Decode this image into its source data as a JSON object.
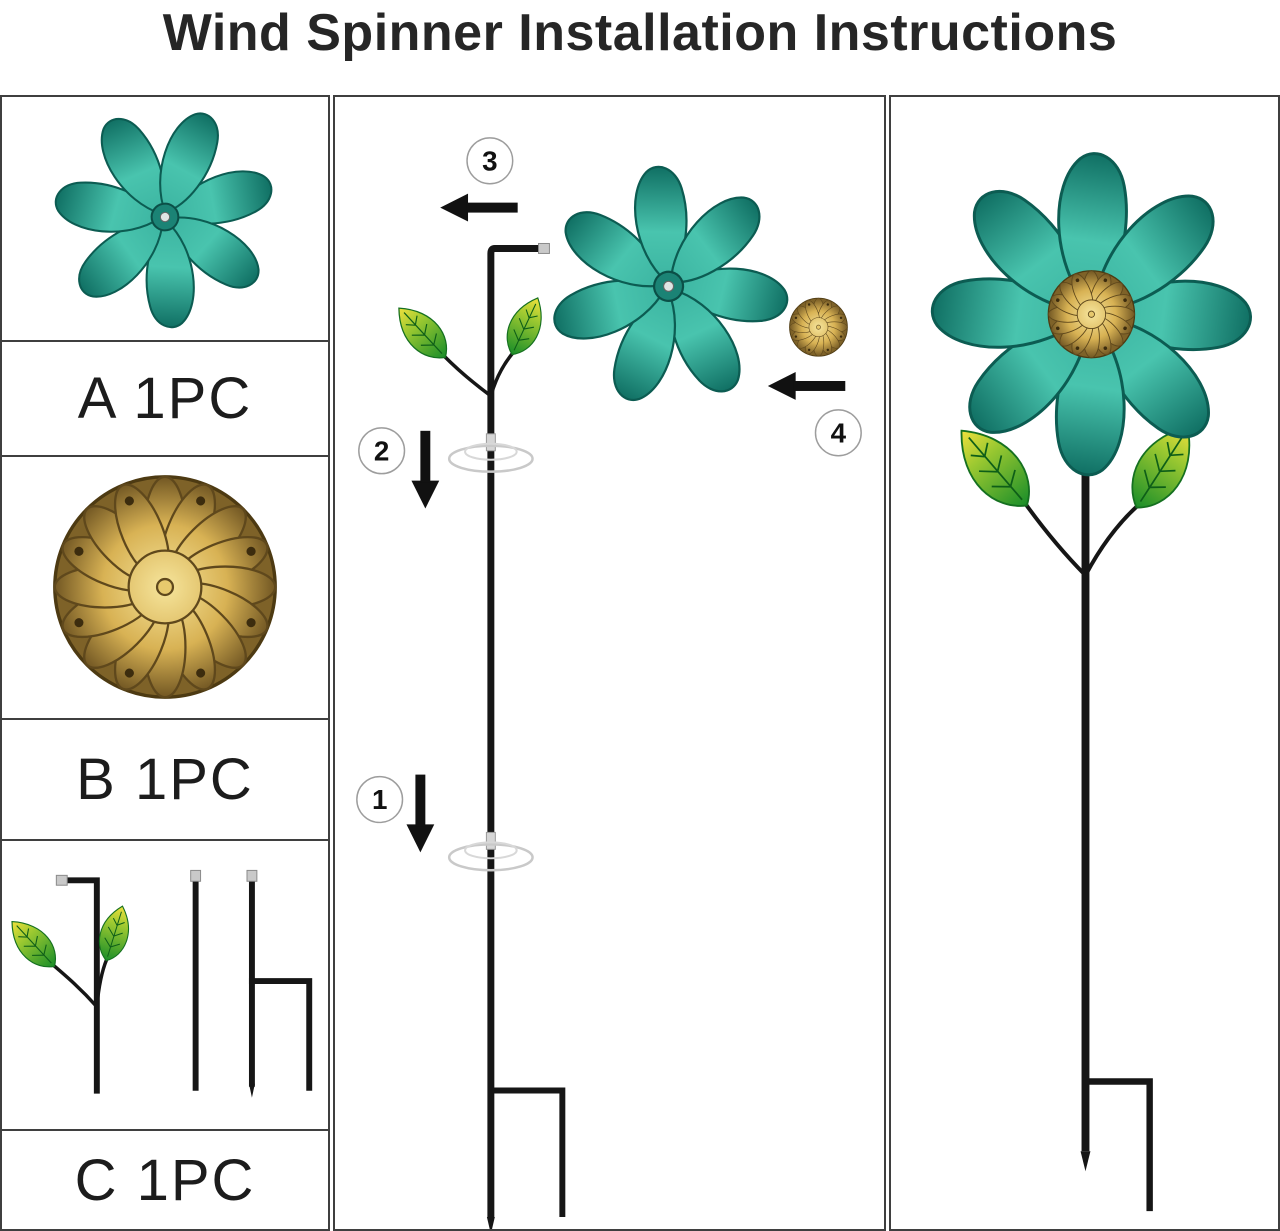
{
  "title": "Wind Spinner Installation Instructions",
  "parts": [
    {
      "id": "A",
      "label": "A 1PC",
      "icon": "teal-pinwheel-flower-icon"
    },
    {
      "id": "B",
      "label": "B 1PC",
      "icon": "bronze-flower-medallion-icon"
    },
    {
      "id": "C",
      "label": "C 1PC",
      "icon": "stake-rods-and-leaves-icon"
    }
  ],
  "assembly": {
    "steps": [
      "1",
      "2",
      "3",
      "4"
    ]
  },
  "final_product": {
    "icon": "assembled-wind-spinner-icon"
  },
  "colors": {
    "petal_teal": "#2fa795",
    "petal_teal_dark": "#0f6e62",
    "medallion_gold": "#d8b254",
    "medallion_gold_dark": "#6b5120",
    "leaf_green": "#1f9029",
    "leaf_yellow": "#f0e03c",
    "pole_black": "#161616"
  }
}
